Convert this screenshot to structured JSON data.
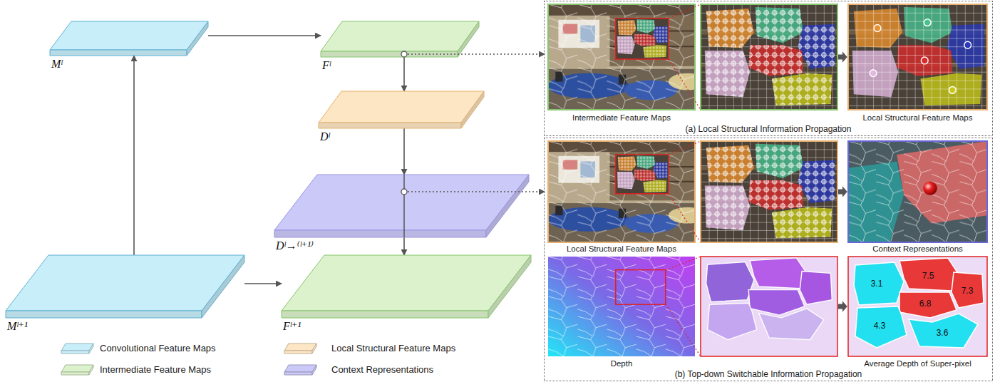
{
  "diagram": {
    "nodes": [
      {
        "text": [
          "Mˡ"
        ]
      },
      {
        "text": [
          "Fˡ"
        ]
      },
      {
        "text": [
          "Dˡ"
        ]
      },
      {
        "text": [
          "Dˡ→⁽ˡ⁺¹⁾"
        ]
      },
      {
        "text": [
          "Mˡ⁺¹"
        ]
      },
      {
        "text": [
          "Fˡ⁺¹"
        ]
      },
      {
        "text": [
          "(a) Local Structural Information Propagation"
        ]
      },
      {
        "text": [
          "Intermediate Feature Maps"
        ],
        "in": 6
      },
      {
        "text": [
          "Local Structural Feature Maps"
        ],
        "in": 6
      },
      {
        "text": [
          "(b) Top-down Switchable Information Propagation"
        ]
      },
      {
        "text": [
          "Local Structural Feature Maps"
        ],
        "in": 9
      },
      {
        "text": [
          "Context Representations"
        ],
        "in": 9
      },
      {
        "text": [
          "Depth"
        ],
        "in": 9
      },
      {
        "text": [
          "Average Depth of Super-pixel"
        ],
        "in": 9
      }
    ],
    "edges": [
      {
        "from": 4,
        "to": 0,
        "arrow": "to"
      },
      {
        "from": 0,
        "to": 1,
        "arrow": "to"
      },
      {
        "from": 1,
        "to": 2,
        "arrow": "to"
      },
      {
        "from": 2,
        "to": 3,
        "arrow": "to"
      },
      {
        "from": 3,
        "to": 5,
        "arrow": "to"
      },
      {
        "from": 4,
        "to": 5,
        "arrow": "to"
      },
      {
        "from": 1,
        "to": 6,
        "arrow": "to"
      },
      {
        "from": 3,
        "to": 9,
        "arrow": "to"
      }
    ],
    "labels": [
      "3.1",
      "7.5",
      "7.3",
      "6.8",
      "4.3",
      "3.6"
    ],
    "legend": [
      {
        "text": "Convolutional Feature Maps",
        "color": "#c8eefa"
      },
      {
        "text": "Local Structural Feature Maps",
        "color": "#fde6c4"
      },
      {
        "text": "Intermediate Feature Maps",
        "color": "#dcf2cc"
      },
      {
        "text": "Context Representations",
        "color": "#cbc9f7"
      }
    ]
  }
}
